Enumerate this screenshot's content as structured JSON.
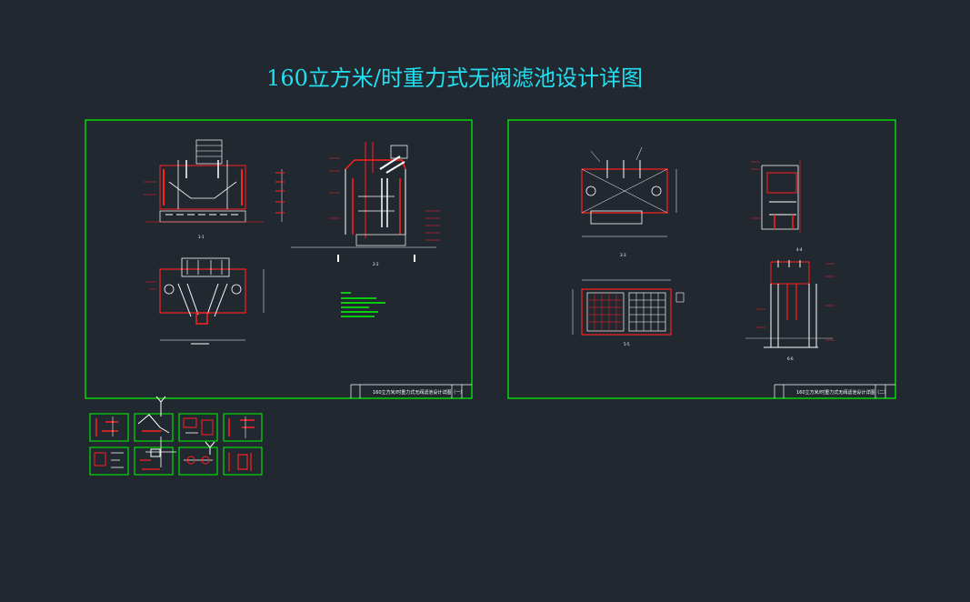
{
  "drawing": {
    "title": "160立方米/时重力式无阀滤池设计详图",
    "sheets": [
      {
        "title_block": "160立方米/时重力式无阀滤池设计详图（一）"
      },
      {
        "title_block": "160立方米/时重力式无阀滤池设计详图（二）"
      }
    ],
    "thumbnail_count": 8
  },
  "colors": {
    "background": "#212830",
    "frame": "#00ff00",
    "title": "#22e0f0",
    "linework": "#ff2020",
    "detail": "#ffffff"
  }
}
